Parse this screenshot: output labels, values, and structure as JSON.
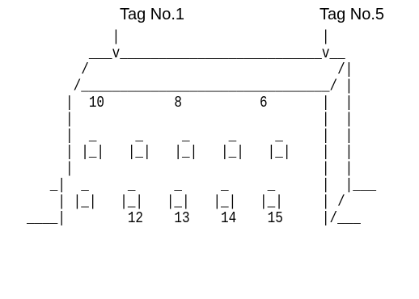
{
  "tags": {
    "tag1": "Tag No.1",
    "tag5": "Tag No.5"
  },
  "art": {
    "lines": [
      "           |                          |",
      "        ___v__________________________v__",
      "       /                                /|",
      "      /________________________________/ |",
      "     |  10         8          6       |  |",
      "     |                                |  |",
      "     |  _     _     _     _     _     |  |",
      "     | |_|   |_|   |_|   |_|   |_|    |  |",
      "     |                                |  |",
      "   _|  _     _     _     _     _      |  |___",
      "    | |_|   |_|   |_|   |_|   |_|     | /",
      "____|        12    13    14    15     |/___"
    ]
  }
}
